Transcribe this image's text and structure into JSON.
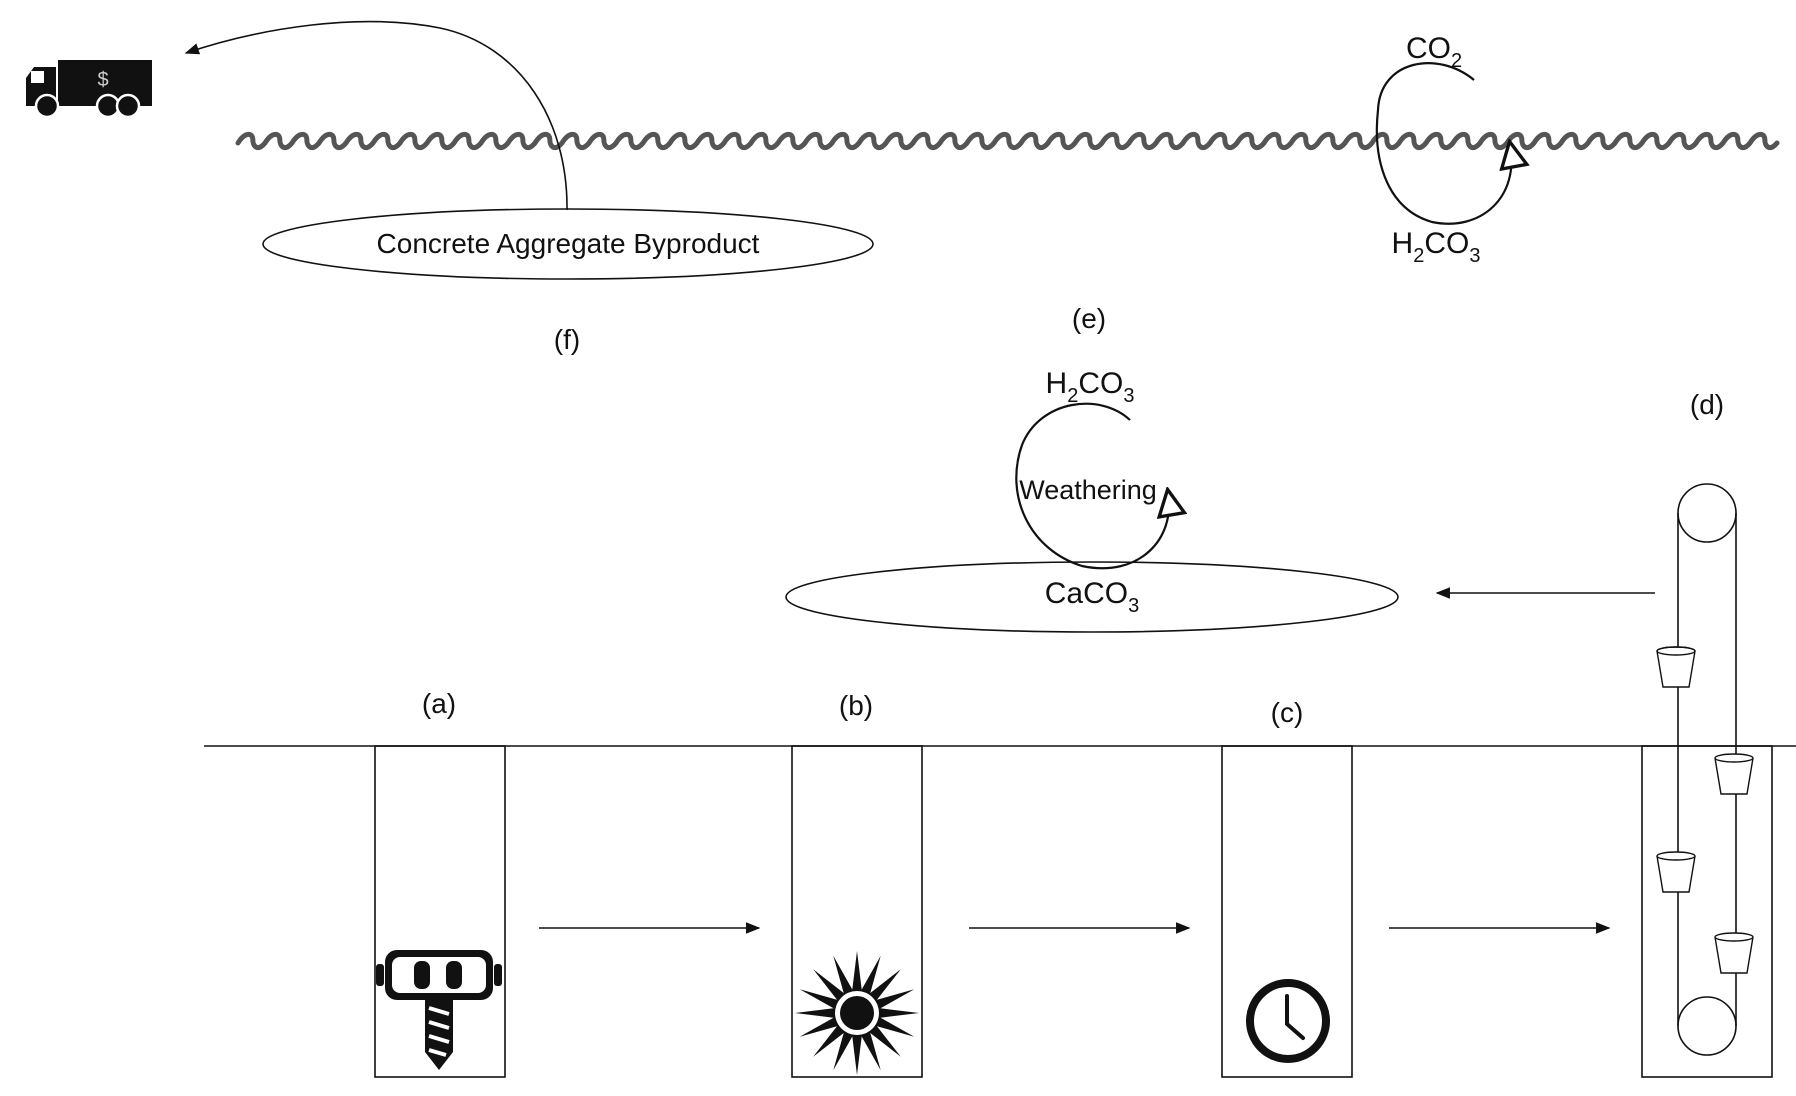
{
  "labels": {
    "a": "(a)",
    "b": "(b)",
    "c": "(c)",
    "d": "(d)",
    "e": "(e)",
    "f": "(f)"
  },
  "byproduct_label": "Concrete Aggregate Byproduct",
  "truck_symbol": "$",
  "ocean_cycle": {
    "top_base": "CO",
    "top_sub": "2",
    "bottom_h": "H",
    "bottom_sub1": "2",
    "bottom_co": "CO",
    "bottom_sub2": "3"
  },
  "weathering_cycle": {
    "top_h": "H",
    "top_sub1": "2",
    "top_co": "CO",
    "top_sub2": "3",
    "center": "Weathering",
    "bottom_base": "CaCO",
    "bottom_sub": "3"
  },
  "icons": {
    "truck": "money-truck-icon",
    "drill": "drill-icon",
    "blast": "explosion-icon",
    "clock": "clock-icon",
    "conveyor": "bucket-elevator-icon"
  },
  "colors": {
    "line": "#111111",
    "wave": "#555555",
    "background": "#ffffff"
  }
}
